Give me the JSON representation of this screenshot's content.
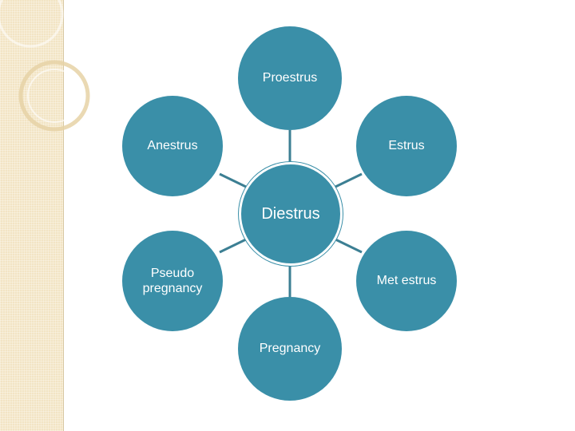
{
  "diagram": {
    "center": {
      "label": "Diestrus"
    },
    "nodes": {
      "top": "Proestrus",
      "upper_left": "Anestrus",
      "upper_right": "Estrus",
      "lower_left": "Pseudo pregnancy",
      "lower_right": "Met estrus",
      "bottom": "Pregnancy"
    }
  },
  "colors": {
    "node_fill": "#3a8fa8",
    "connector": "#3c7f93",
    "side_strip": "#f2e4c4",
    "background": "#ffffff"
  }
}
